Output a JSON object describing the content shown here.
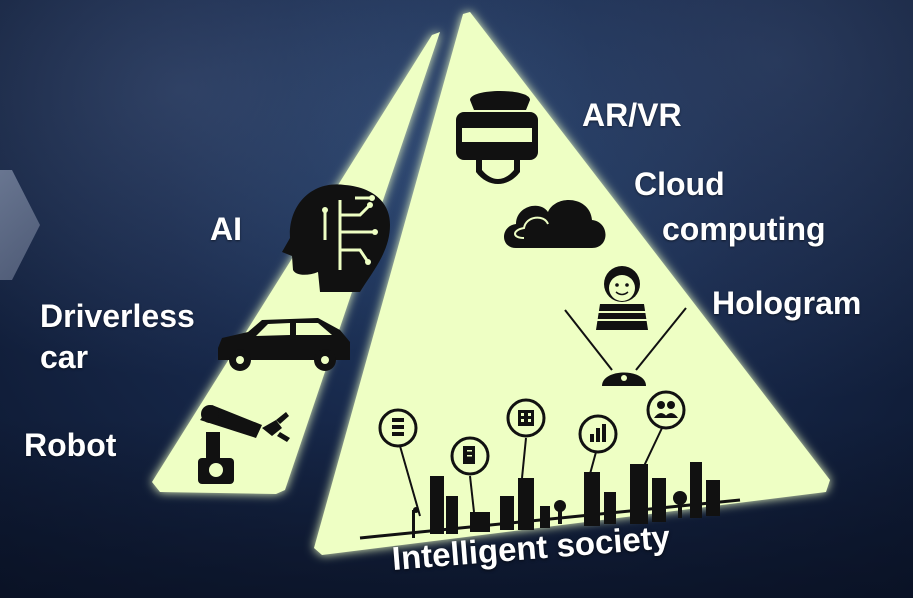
{
  "labels": {
    "ai": "AI",
    "driverless_line1": "Driverless",
    "driverless_line2": "car",
    "robot": "Robot",
    "arvr": "AR/VR",
    "cloud_line1": "Cloud",
    "cloud_line2": "computing",
    "hologram": "Hologram",
    "intelligent_society": "Intelligent society"
  },
  "icons": {
    "small_triangle": [
      "ai-head-icon",
      "car-icon",
      "robot-arm-icon"
    ],
    "large_triangle": [
      "vr-headset-icon",
      "cloud-icon",
      "hologram-icon",
      "smart-city-icon"
    ]
  },
  "colors": {
    "triangle_fill": "#eeffc4",
    "icon": "#111111",
    "label": "#ffffff",
    "background": "#17284a"
  }
}
